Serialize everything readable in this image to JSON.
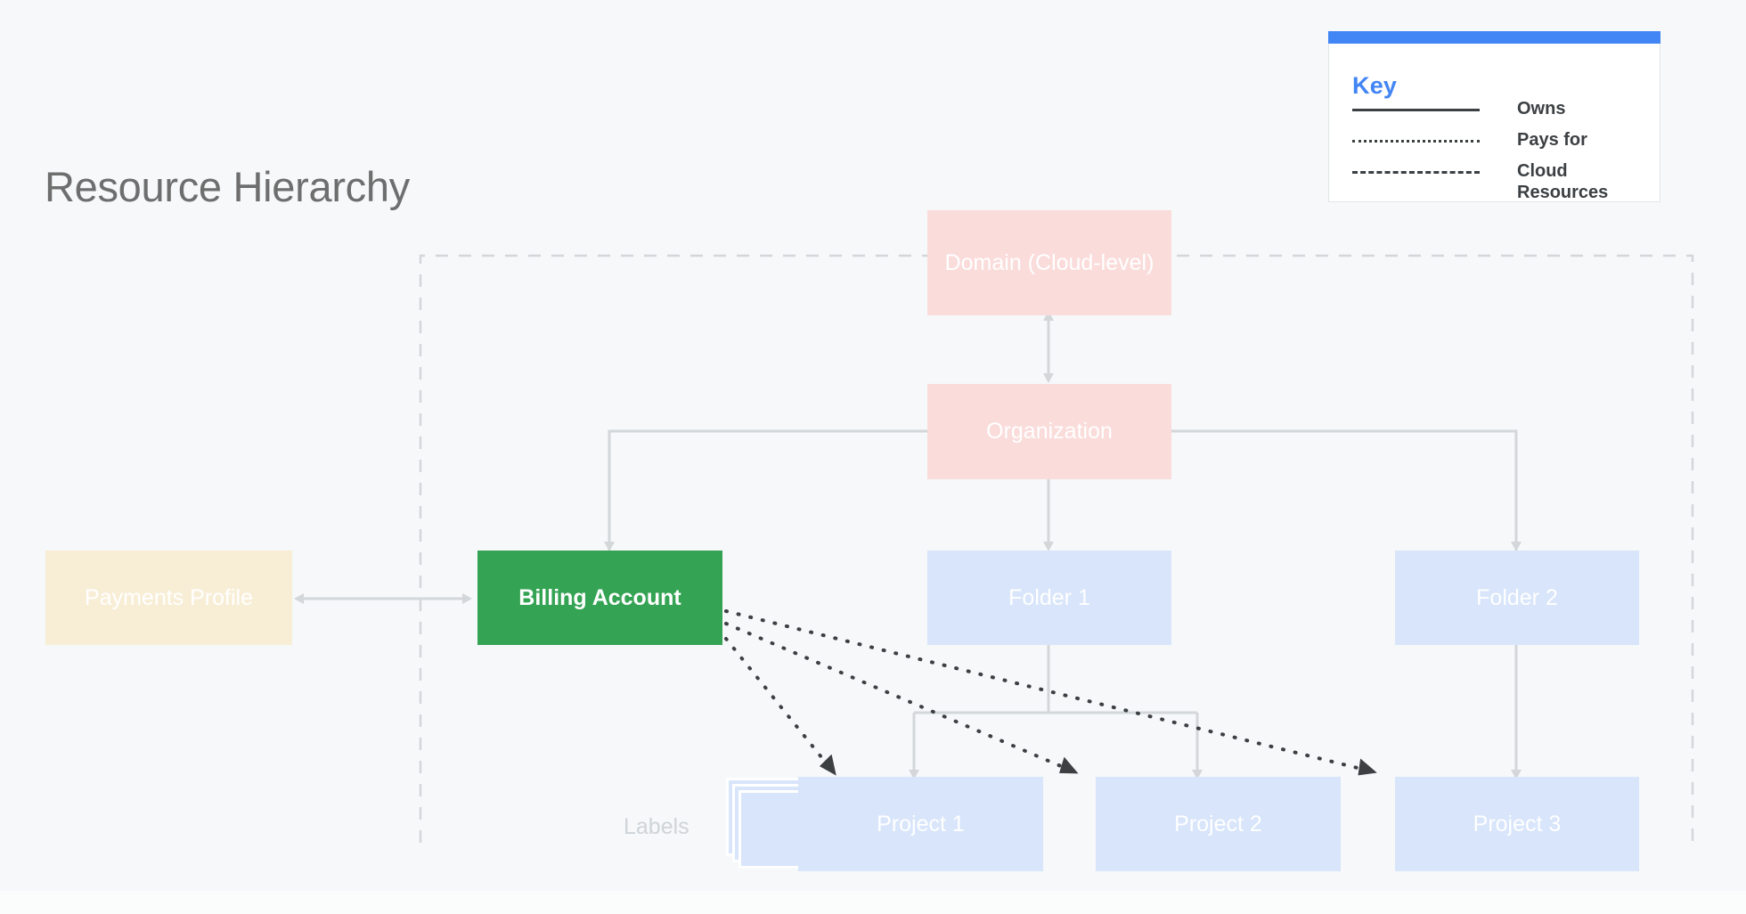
{
  "page": {
    "title": "Resource Hierarchy",
    "background_color": "#f6f8f9"
  },
  "key": {
    "title": "Key",
    "accent_color": "#4285f4",
    "rows": [
      {
        "style": "solid",
        "label": "Owns"
      },
      {
        "style": "dotted",
        "label": "Pays for"
      },
      {
        "style": "dashed",
        "label": "Cloud Resources"
      }
    ]
  },
  "nodes": {
    "domain": {
      "label": "Domain (Cloud-level)",
      "color": "#fadcdb"
    },
    "organization": {
      "label": "Organization",
      "color": "#fadcdb"
    },
    "payments_profile": {
      "label": "Payments Profile",
      "color": "#f8eed6"
    },
    "billing_account": {
      "label": "Billing Account",
      "color": "#34a353"
    },
    "folder1": {
      "label": "Folder 1",
      "color": "#d8e5fa"
    },
    "folder2": {
      "label": "Folder 2",
      "color": "#d8e5fa"
    },
    "project1": {
      "label": "Project 1",
      "color": "#d8e5fa"
    },
    "project2": {
      "label": "Project 2",
      "color": "#d8e5fa"
    },
    "project3": {
      "label": "Project 3",
      "color": "#d8e5fa"
    },
    "labels": {
      "label": "Labels",
      "color": "#d8e5fa"
    }
  },
  "boundary": {
    "name": "Cloud Resources",
    "style": "dashed",
    "color": "#d3d7da"
  },
  "connections": [
    {
      "from": "domain",
      "to": "organization",
      "type": "owns",
      "arrows": "both"
    },
    {
      "from": "organization",
      "to": "billing_account",
      "type": "owns",
      "arrows": "to"
    },
    {
      "from": "organization",
      "to": "folder1",
      "type": "owns",
      "arrows": "to"
    },
    {
      "from": "organization",
      "to": "folder2",
      "type": "owns",
      "arrows": "to"
    },
    {
      "from": "payments_profile",
      "to": "billing_account",
      "type": "owns",
      "arrows": "both"
    },
    {
      "from": "folder1",
      "to": "project1",
      "type": "owns",
      "arrows": "to"
    },
    {
      "from": "folder1",
      "to": "project2",
      "type": "owns",
      "arrows": "to"
    },
    {
      "from": "folder2",
      "to": "project3",
      "type": "owns",
      "arrows": "to"
    },
    {
      "from": "billing_account",
      "to": "project1",
      "type": "pays-for",
      "arrows": "to"
    },
    {
      "from": "billing_account",
      "to": "project2",
      "type": "pays-for",
      "arrows": "to"
    },
    {
      "from": "billing_account",
      "to": "project3",
      "type": "pays-for",
      "arrows": "to"
    }
  ]
}
